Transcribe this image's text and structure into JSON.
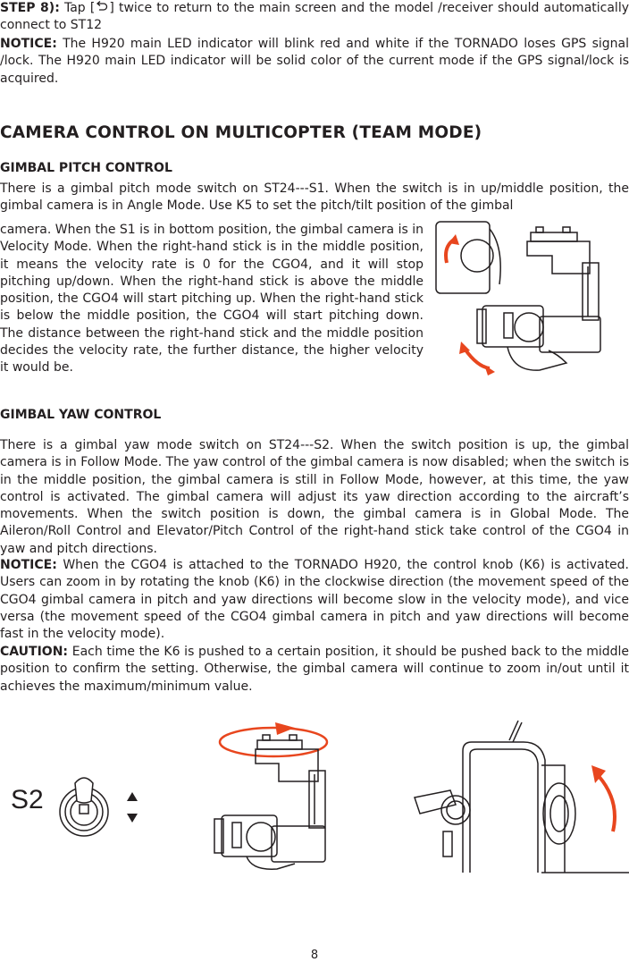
{
  "step": {
    "label": "STEP 8):",
    "text_before_icon": "Tap [",
    "icon": "undo-icon",
    "text_after_icon": "] twice to return to the main screen and the model /receiver should automatically connect to ST12"
  },
  "notice1": {
    "label": "NOTICE:",
    "text": "The H920 main LED indicator will blink red and white if the TORNADO loses GPS signal /lock. The H920 main LED indicator will be solid color of the current mode if the GPS signal/lock is acquired."
  },
  "section_title": "CAMERA CONTROL ON MULTICOPTER (TEAM MODE)",
  "pitch": {
    "heading": "GIMBAL PITCH CONTROL",
    "intro": "There is a gimbal pitch mode switch on ST24---S1. When the switch is in up/middle position, the gimbal camera is in Angle Mode. Use K5 to set the pitch/tilt position of the gimbal",
    "wrapped": "camera. When the S1 is in bottom position, the gimbal camera is in Velocity Mode. When the right-hand stick is in the middle position, it means the velocity rate is 0 for the CGO4, and it will stop pitching up/down. When the right-hand stick is above the middle position, the CGO4 will start pitching up. When the right-hand stick is below the middle position, the CGO4 will start pitching down. The distance between the right-hand stick and the middle position decides the velocity rate, the further distance, the higher velocity it would be."
  },
  "yaw": {
    "heading": "GIMBAL YAW CONTROL",
    "text": "There is a gimbal yaw mode switch on ST24---S2. When the switch position is up, the gimbal camera is in Follow Mode. The yaw control of the gimbal camera is now disabled; when the switch is in the middle position, the gimbal camera is still in Follow Mode, however, at this time, the yaw control is activated. The gimbal camera will adjust its yaw direction according to the aircraft’s movements. When the switch position is down, the gimbal camera is in Global Mode. The Aileron/Roll Control and Elevator/Pitch Control of the right-hand stick take control of the CGO4 in yaw and pitch directions."
  },
  "notice2": {
    "label": "NOTICE:",
    "text": "When the CGO4 is attached to the TORNADO H920, the control knob (K6) is activated. Users can zoom in by rotating the knob (K6) in the clockwise direction (the movement speed of the CGO4 gimbal camera in pitch and yaw directions will become slow in the velocity mode), and vice versa (the movement speed of the CGO4 gimbal camera in pitch and yaw directions will become fast in the velocity mode)."
  },
  "caution": {
    "label": "CAUTION:",
    "text": "Each time the K6 is pushed to a certain position, it should be pushed back to the middle position to confirm the setting. Otherwise, the gimbal camera will continue to zoom in/out until it achieves the maximum/minimum value."
  },
  "figures": {
    "switch_label": "S2"
  },
  "colors": {
    "text": "#231f20",
    "arrow": "#e8461e",
    "line": "#231f20"
  },
  "page_number": "8"
}
